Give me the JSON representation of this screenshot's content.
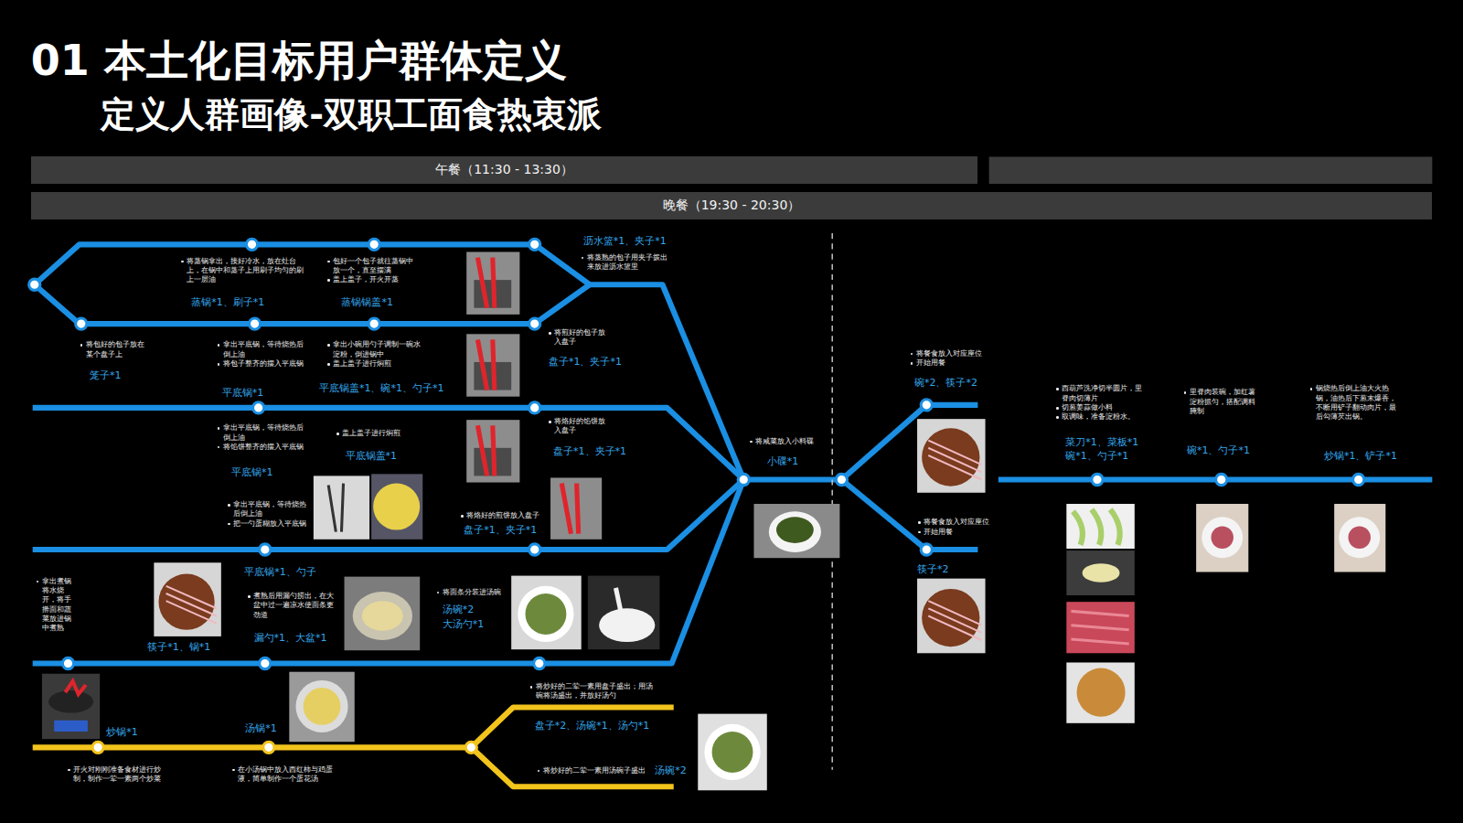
{
  "diagram": {
    "title": "01 本土化目标用户群体定义",
    "nodes": [
      {
        "text": [
          "午餐（11:30 - 13:30）"
        ]
      },
      {
        "text": [
          "晚餐（19:30 - 20:30）"
        ]
      }
    ],
    "labels": [
      "定义人群画像-双职工面食热衷派",
      "将蒸锅拿出，接好冷水，放在灶台上，在锅中和蒸子上用刷子均匀的刷上一层油",
      "蒸锅*1、刷子*1",
      "包好一个包子就往蒸锅中放一个，直至摆满",
      "盖上盖子，开火开蒸",
      "蒸锅锅盖*1",
      "沥水篮*1、夹子*1",
      "将蒸熟的包子用夹子拨出来放进沥水篮里",
      "将包好的包子放在某个盘子上",
      "笼子*1",
      "拿出平底锅，等待烧热后倒上油",
      "将包子整齐的摆入平底锅",
      "平底锅*1",
      "拿出小碗用勺子调制一碗水淀粉，倒进锅中",
      "盖上盖子进行焖煎",
      "平底锅盖*1、碗*1、勺子*1",
      "将煎好的包子放入盘子",
      "盘子*1、夹子*1",
      "拿出平底锅，等待烧热后倒上油",
      "将馅饼整齐的摆入平底锅",
      "平底锅*1",
      "盖上盖子进行焖煎",
      "平底锅盖*1",
      "将烙好的馅饼放入盘子",
      "盘子*1、夹子*1",
      "拿出平底锅，等待烧热后倒上油",
      "把一勺蛋糊放入平底锅",
      "平底锅*1、勺子",
      "将烙好的煎饼放入盘子",
      "盘子*1、夹子*1",
      "拿出煮锅将水烧开，将手擀面和蔬菜放进锅中煮熟",
      "筷子*1、锅*1",
      "煮熟后用漏勺捞出，在大盆中过一遍凉水使面条更劲道",
      "漏勺*1、大盆*1",
      "将面条分装进汤碗",
      "汤碗*2",
      "大汤勺*1",
      "炒锅*1",
      "开火对刚刚准备食材进行炒制，制作一荤一素两个炒菜",
      "汤锅*1",
      "在小汤锅中放入西红柿与鸡蛋液，简单制作一个蛋花汤",
      "将炒好的二荤一素用盘子盛出；用汤碗将汤盛出，并放好汤勺",
      "盘子*2、汤碗*1、汤勺*1",
      "将炒好的二荤一素用汤碗子盛出",
      "汤碗*2",
      "将咸菜放入小料碟",
      "小碟*1",
      "将餐食放入对应座位",
      "开始用餐",
      "碗*2、筷子*2",
      "将餐食放入对应座位",
      "开始用餐",
      "筷子*2",
      "西葫芦洗净切半圆片，里脊肉切薄片",
      "切葱姜蒜做小料",
      "取调味，准备淀粉水。",
      "菜刀*1、菜板*1",
      "碗*1、勺子*1",
      "里脊肉装碗，加红薯淀粉抓匀，搭配调料腌制",
      "碗*1、勺子*1",
      "锅烧热后倒上油大火热锅，油热后下葱末爆香，不断用铲子翻动肉片，最后勾薄芡出锅。",
      "炒锅*1、铲子*1"
    ]
  }
}
